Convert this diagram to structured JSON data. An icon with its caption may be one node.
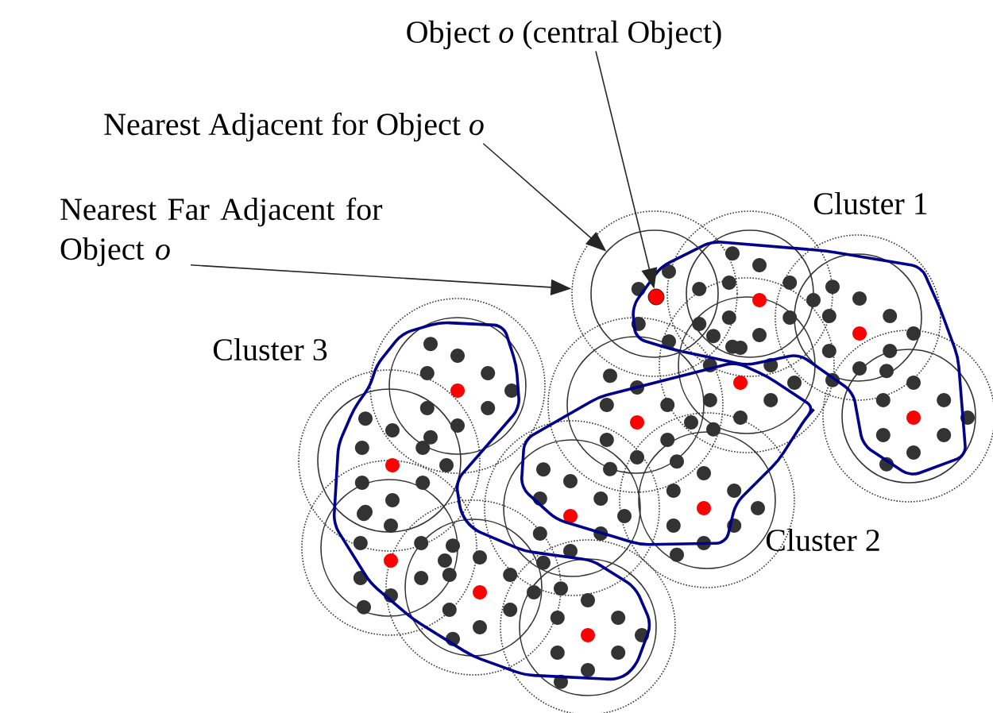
{
  "diagram": {
    "nodes": [
      {
        "text": [
          "Object *o* (central Object)"
        ]
      },
      {
        "text": [
          "Nearest Adjacent for Object *o*"
        ]
      },
      {
        "text": [
          "Nearest Far Adjacent for Object *o*"
        ]
      },
      {
        "text": [],
        "shape": "circle",
        "in": 4
      },
      {
        "text": [],
        "shape": "circle",
        "in": 5
      },
      {
        "text": [],
        "shape": "circle"
      }
    ],
    "edges": [
      {
        "from": 0,
        "to": 3,
        "arrow": "to"
      },
      {
        "from": 1,
        "to": 4,
        "arrow": "to"
      },
      {
        "from": 2,
        "to": 5,
        "arrow": "to"
      }
    ],
    "labels": [
      "Cluster 1",
      "Cluster 3",
      "Cluster 2"
    ]
  }
}
